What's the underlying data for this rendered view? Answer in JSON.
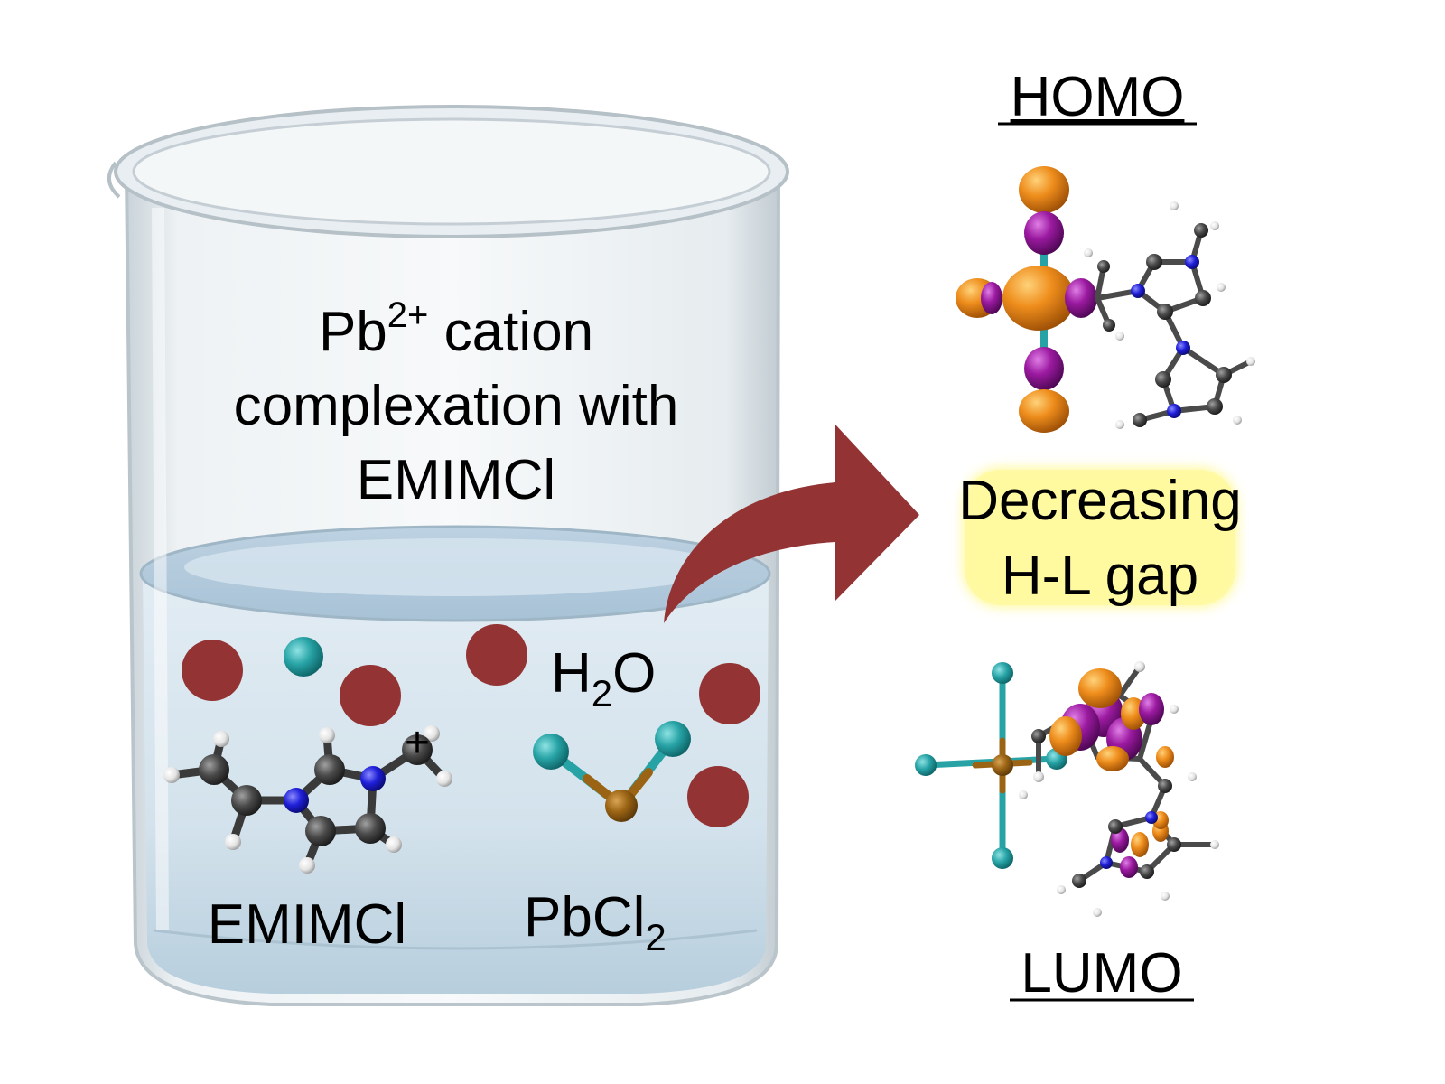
{
  "beaker": {
    "line1_main": "Pb",
    "line1_sup": "2+",
    "line1_rest": " cation",
    "line2": "complexation with",
    "line3": "EMIMCl"
  },
  "liquid_labels": {
    "water_main": "H",
    "water_sub": "2",
    "water_rest": "O",
    "emimcl": "EMIMCl",
    "pbcl_main": "PbCl",
    "pbcl_sub": "2",
    "charge": "+"
  },
  "orbitals": {
    "homo": "HOMO",
    "lumo": "LUMO",
    "gap_line1": "Decreasing",
    "gap_line2": "H-L gap"
  },
  "colors": {
    "water_dot": "#933333",
    "arrow": "#933333",
    "chlorine": "#27a3a6",
    "lead": "#9b6414",
    "nitrogen": "#1f1fd8",
    "carbon": "#3c3c3c",
    "hydrogen": "#f0f0f0",
    "lobe_orange": "#e8861a",
    "lobe_purple": "#9b1aa0",
    "highlight": "#fff9a0"
  }
}
